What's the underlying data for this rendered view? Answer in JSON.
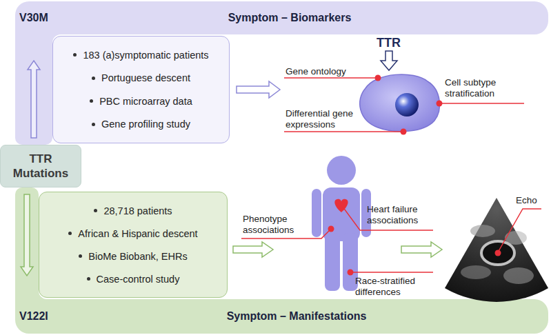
{
  "diagram": {
    "nodes": [
      {
        "text": [
          "V30M",
          "Symptom – Biomarkers"
        ]
      },
      {
        "text": [
          "183 (a)symptomatic patients",
          "Portuguese descent",
          "PBC microarray data",
          "Gene profiling study"
        ],
        "in": 0
      },
      {
        "text": [
          "TTR Mutations"
        ]
      },
      {
        "text": [
          "V122I",
          "Symptom – Manifestations"
        ]
      },
      {
        "text": [
          "28,718 patients",
          "African & Hispanic descent",
          "BioMe Biobank, EHRs",
          "Case-control study"
        ],
        "in": 3
      }
    ],
    "labels": [
      "TTR",
      "Gene ontology",
      "Cell subtype stratification",
      "Differential gene expressions",
      "Phenotype associations",
      "Heart failure associations",
      "Race-stratified differences",
      "Echo"
    ]
  }
}
